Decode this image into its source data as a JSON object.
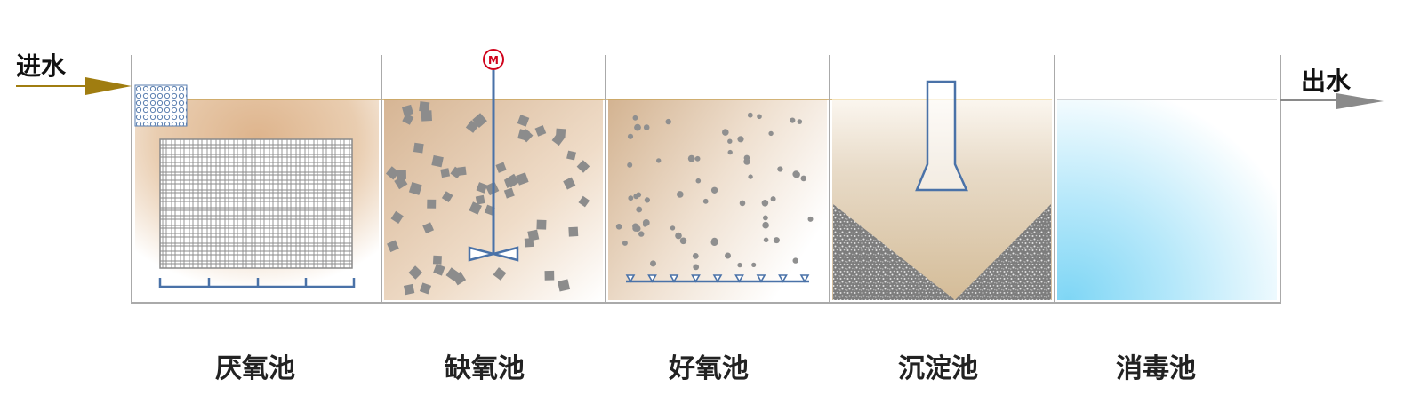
{
  "inflow_label": "进水",
  "outflow_label": "出水",
  "motor_label": "M",
  "tanks": [
    {
      "id": "anaerobic",
      "label": "厌氧池",
      "icon": "packing-media-icon"
    },
    {
      "id": "anoxic",
      "label": "缺氧池",
      "icon": "mixer-icon"
    },
    {
      "id": "aerobic",
      "label": "好氧池",
      "icon": "aerator-icon"
    },
    {
      "id": "settling",
      "label": "沉淀池",
      "icon": "sedimentation-hopper-icon"
    },
    {
      "id": "disinfection",
      "label": "消毒池",
      "icon": "disinfection-water-icon"
    }
  ],
  "colors": {
    "inflow_arrow": "#a07d10",
    "outflow_arrow": "#8a8a8a",
    "water_line": "#c9a45a",
    "sludge": "#d9b48e",
    "equipment": "#4a72a8",
    "disinfect_water": "#7fd6f5",
    "tank_wall": "#aaaaaa"
  }
}
